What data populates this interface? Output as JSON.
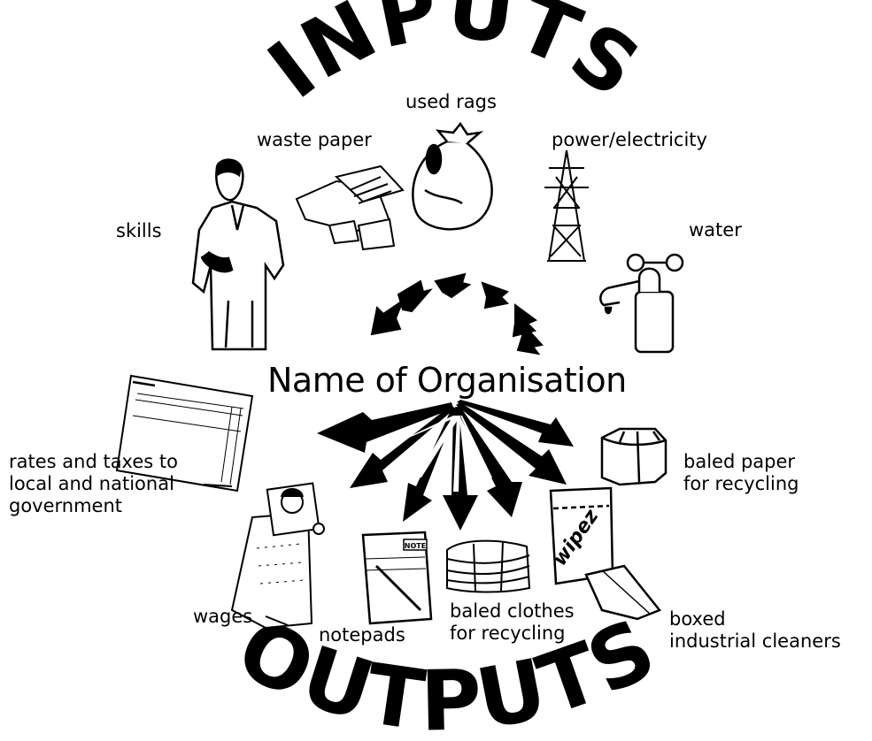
{
  "inputs_heading": "INPUTS",
  "outputs_heading": "OUTPUTS",
  "center_label": "Name of Organisation",
  "inputs": [
    {
      "label": "used rags",
      "icon": "rag-bag-icon"
    },
    {
      "label": "waste paper",
      "icon": "waste-paper-icon"
    },
    {
      "label": "power/electricity",
      "icon": "pylon-icon"
    },
    {
      "label": "water",
      "icon": "tap-icon"
    },
    {
      "label": "skills",
      "icon": "worker-icon"
    }
  ],
  "outputs": [
    {
      "label": "rates and taxes to\nlocal and national\ngovernment",
      "icon": "tax-form-icon"
    },
    {
      "label": "baled paper\nfor recycling",
      "icon": "paper-bale-icon"
    },
    {
      "label": "wages",
      "icon": "pay-packet-icon"
    },
    {
      "label": "notepads",
      "icon": "notepad-icon"
    },
    {
      "label": "baled clothes\nfor recycling",
      "icon": "clothes-bale-icon"
    },
    {
      "label": "boxed\nindustrial cleaners",
      "icon": "cleaner-box-icon"
    }
  ],
  "product_box_text": "wipez",
  "notepad_brand": "NOTE"
}
